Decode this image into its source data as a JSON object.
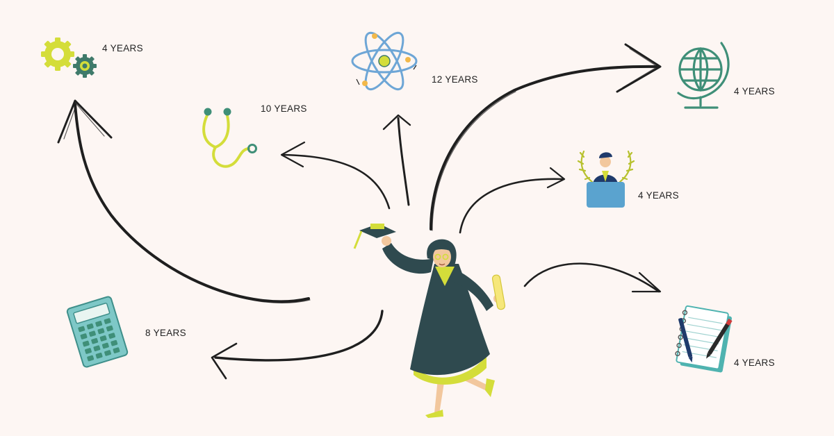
{
  "colors": {
    "background": "#fdf6f3",
    "arrow": "#1f1f1f",
    "gown": "#2f4a4f",
    "accent_yellow": "#d4dd3a",
    "accent_green": "#3f8f78",
    "atom_blue": "#6ea6d6",
    "podium_blue": "#5aa3cf",
    "calculator_teal": "#7ec8c7"
  },
  "center_figure": {
    "icon": "graduate-woman-icon"
  },
  "paths": [
    {
      "icon": "gears-icon",
      "duration": "4 YEARS"
    },
    {
      "icon": "stethoscope-icon",
      "duration": "10 YEARS"
    },
    {
      "icon": "atom-icon",
      "duration": "12 YEARS"
    },
    {
      "icon": "globe-icon",
      "duration": "4 YEARS"
    },
    {
      "icon": "speaker-podium-icon",
      "duration": "4 YEARS"
    },
    {
      "icon": "calculator-icon",
      "duration": "8 YEARS"
    },
    {
      "icon": "notepad-pens-icon",
      "duration": "4 YEARS"
    }
  ]
}
